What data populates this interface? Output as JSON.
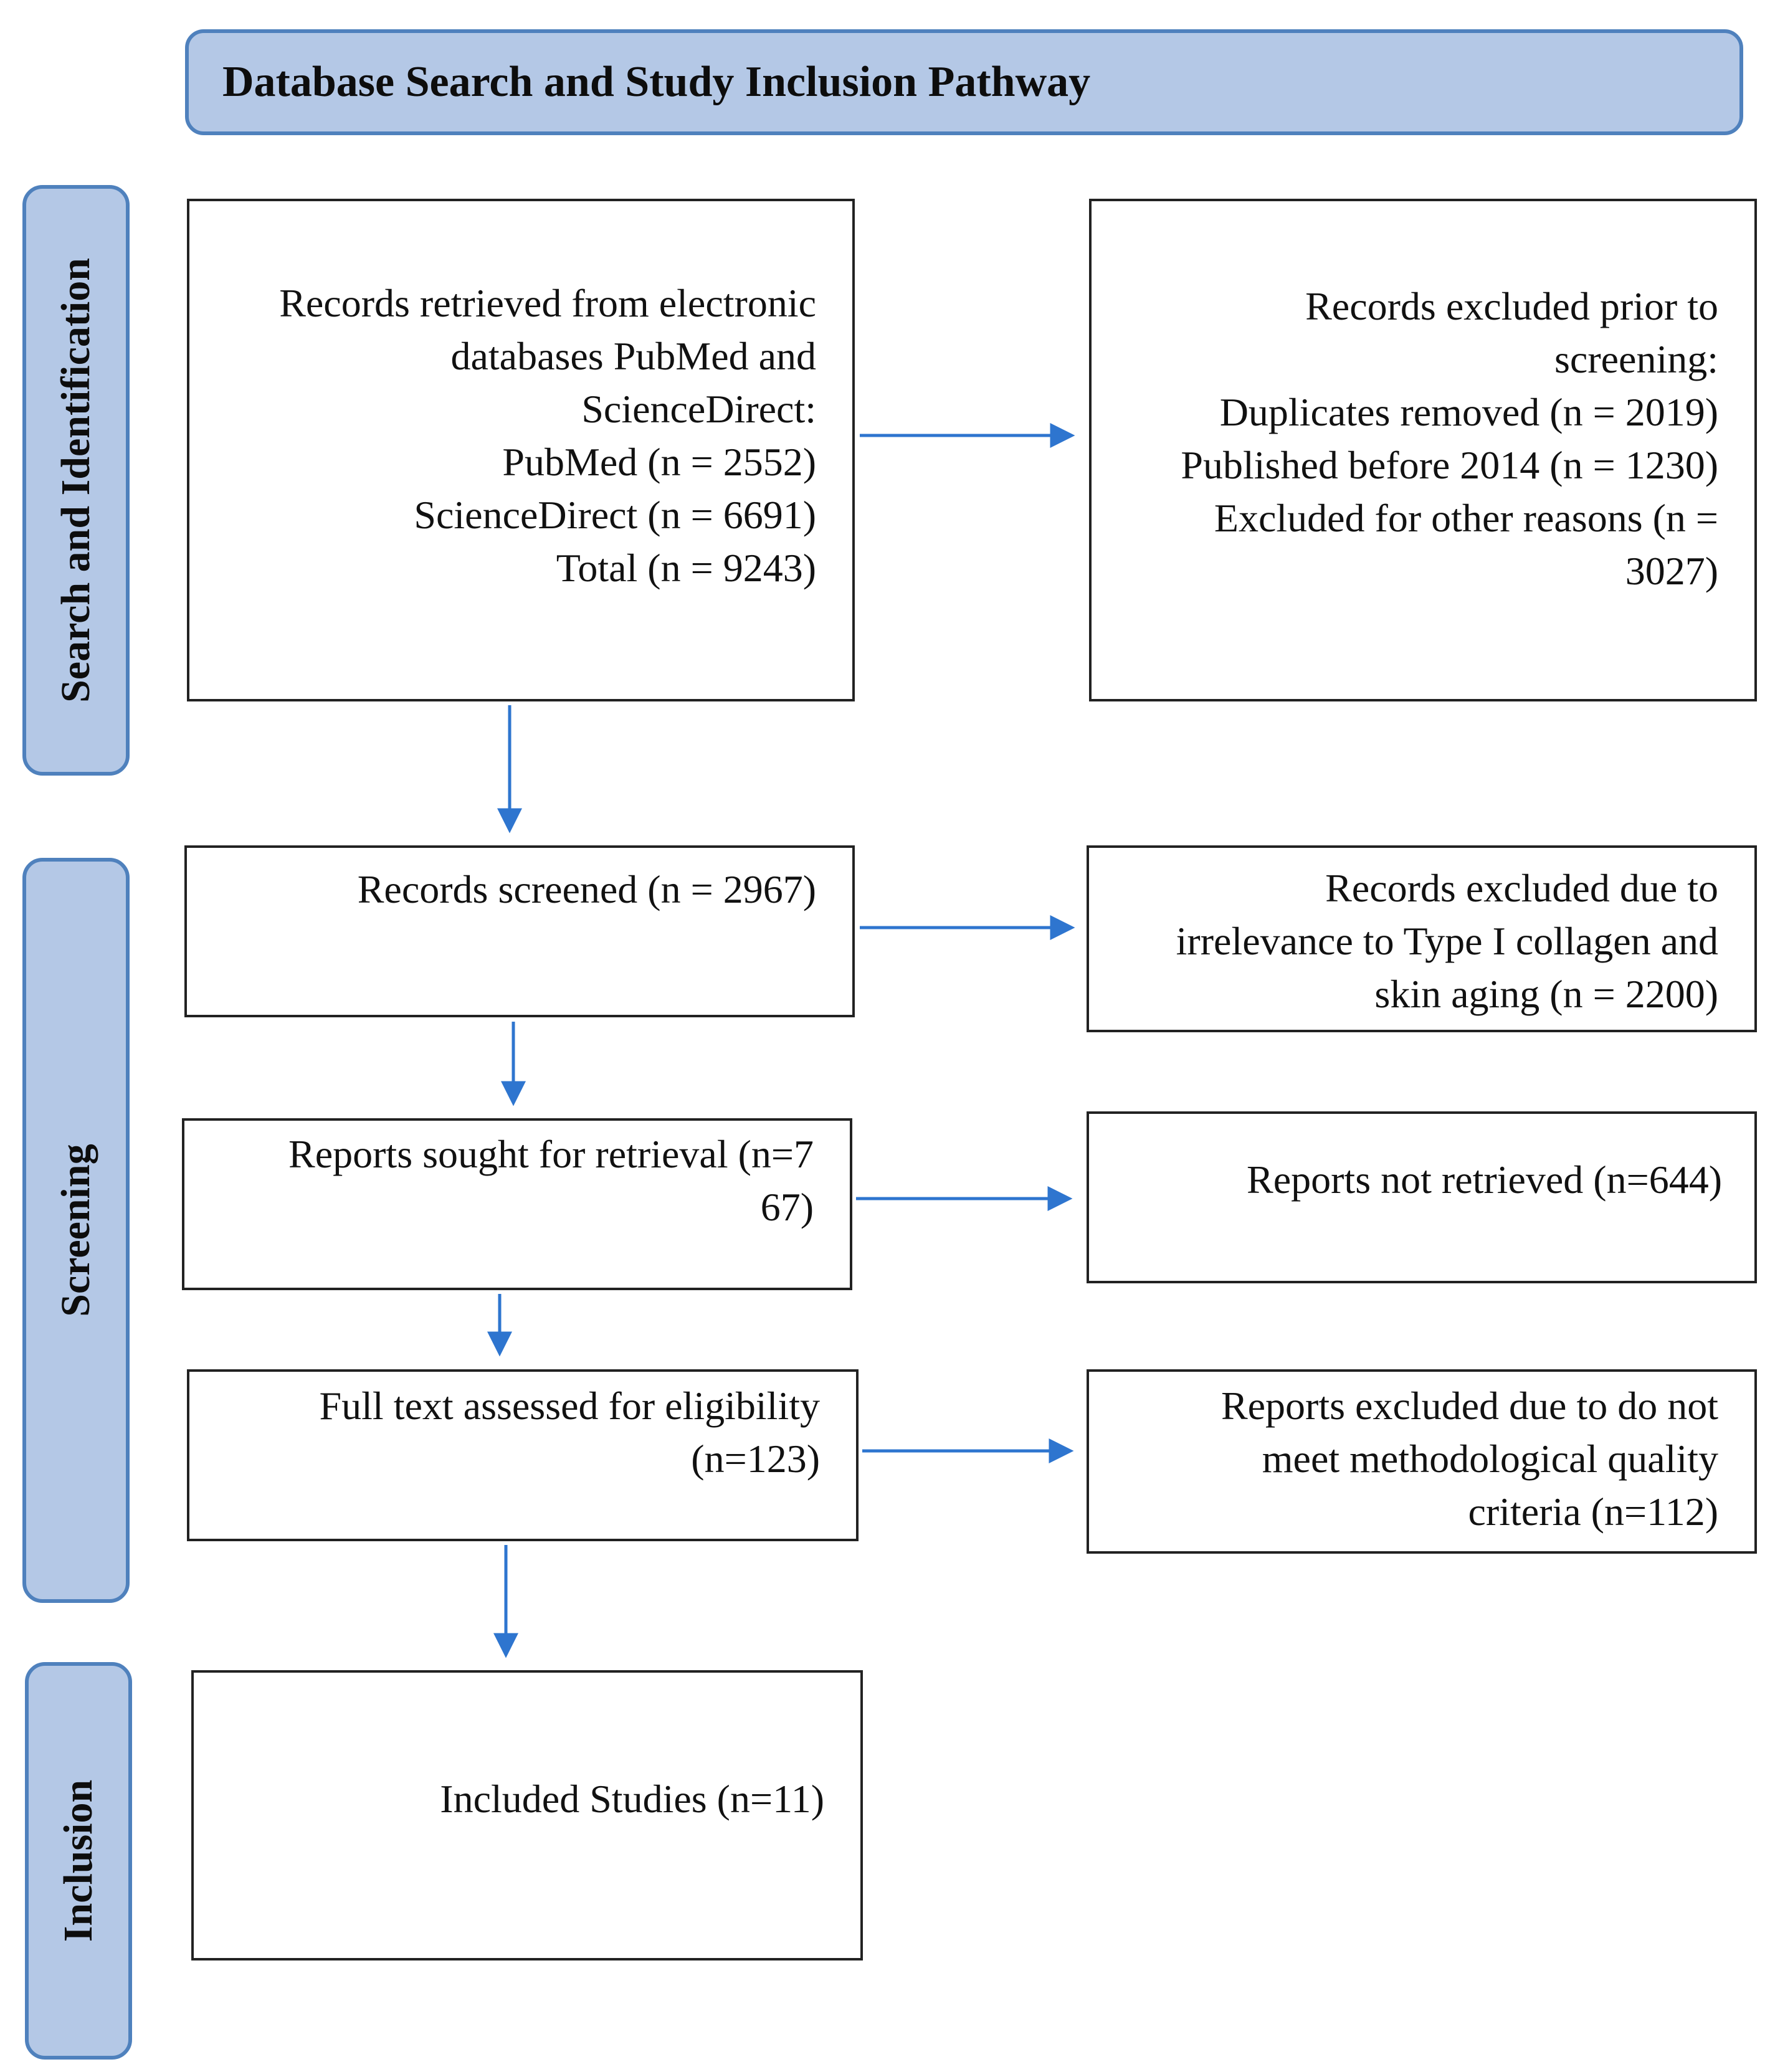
{
  "title": "Database Search and Study Inclusion Pathway",
  "stages": {
    "identification": "Search and Identification",
    "screening": "Screening",
    "inclusion": "Inclusion"
  },
  "boxes": {
    "records_retrieved": [
      "Records retrieved from electronic",
      "databases PubMed and",
      "ScienceDirect:",
      "PubMed (n = 2552)",
      "ScienceDirect (n = 6691)",
      "Total (n = 9243)"
    ],
    "records_excluded_prior": [
      "Records excluded prior to",
      "screening:",
      "Duplicates removed (n = 2019)",
      "Published before 2014 (n = 1230)",
      "Excluded for other reasons (n =",
      "3027)"
    ],
    "records_screened": [
      "Records screened (n = 2967)"
    ],
    "records_excluded_irrelevance": [
      "Records excluded due to",
      "irrelevance to Type I collagen and",
      "skin aging (n = 2200)"
    ],
    "reports_sought": [
      "Reports sought for retrieval (n=7",
      "67)"
    ],
    "reports_not_retrieved": [
      "Reports not retrieved (n=644)"
    ],
    "full_text_assessed": [
      "Full text assessed for eligibility",
      "(n=123)"
    ],
    "reports_excluded_quality": [
      "Reports excluded due to do not",
      "meet methodological quality",
      "criteria (n=112)"
    ],
    "included_studies": [
      "Included Studies (n=11)"
    ]
  },
  "colors": {
    "stage_fill": "#b4c8e6",
    "stage_border": "#4f81bd",
    "arrow": "#2e75cf",
    "box_border": "#222222"
  }
}
